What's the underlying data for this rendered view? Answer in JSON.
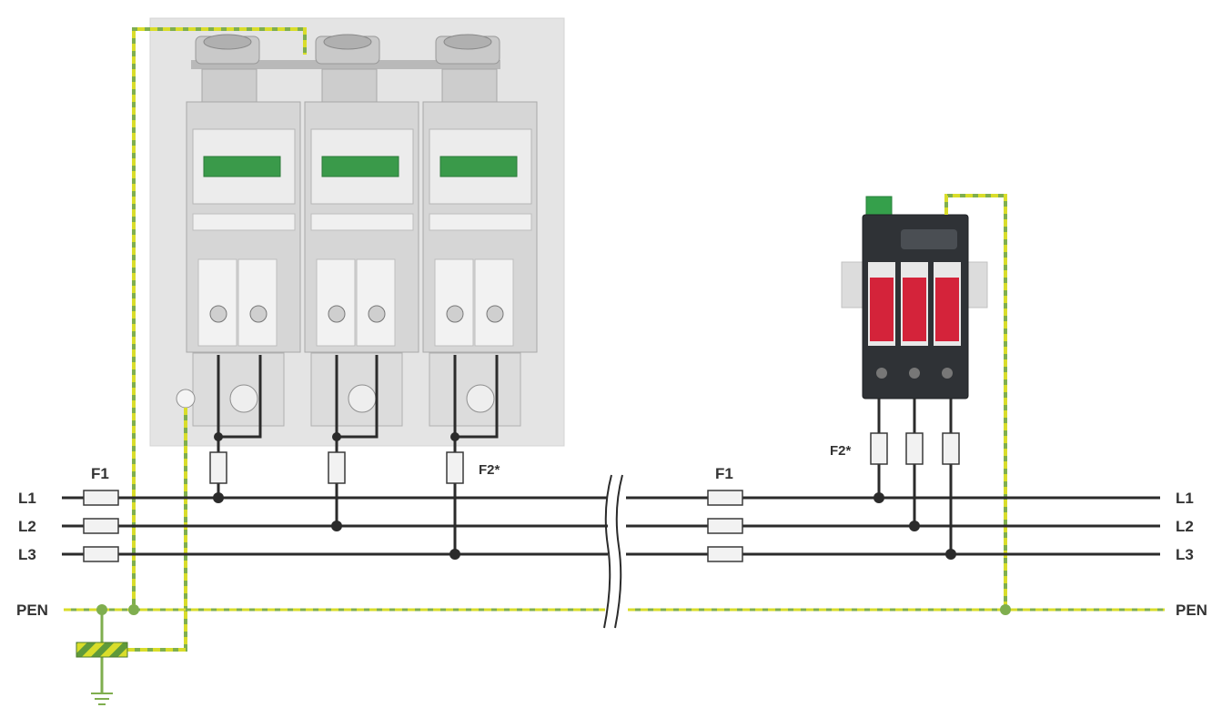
{
  "lines": {
    "left_labels": [
      "L1",
      "L2",
      "L3"
    ],
    "right_labels": [
      "L1",
      "L2",
      "L3"
    ],
    "pen_left": "PEN",
    "pen_right": "PEN"
  },
  "fuses": {
    "main_left": "F1",
    "main_right": "F1",
    "branch_left": "F2*",
    "branch_right": "F2*"
  },
  "colors": {
    "phase": "#2b2b2b",
    "pen_yellow": "#d9dd2a",
    "pen_green": "#7fae4f",
    "fuse_fill": "#f2f2f2",
    "fuse_stroke": "#3a3a3a",
    "device_red": "#d4233a",
    "device_dark": "#2f3236",
    "indicator_green": "#35a04b",
    "panel_bg": "#e6e6e6"
  },
  "devices": {
    "left": "surge-arrester-3-module-panel",
    "right": "compact-surge-protector-din-rail"
  }
}
